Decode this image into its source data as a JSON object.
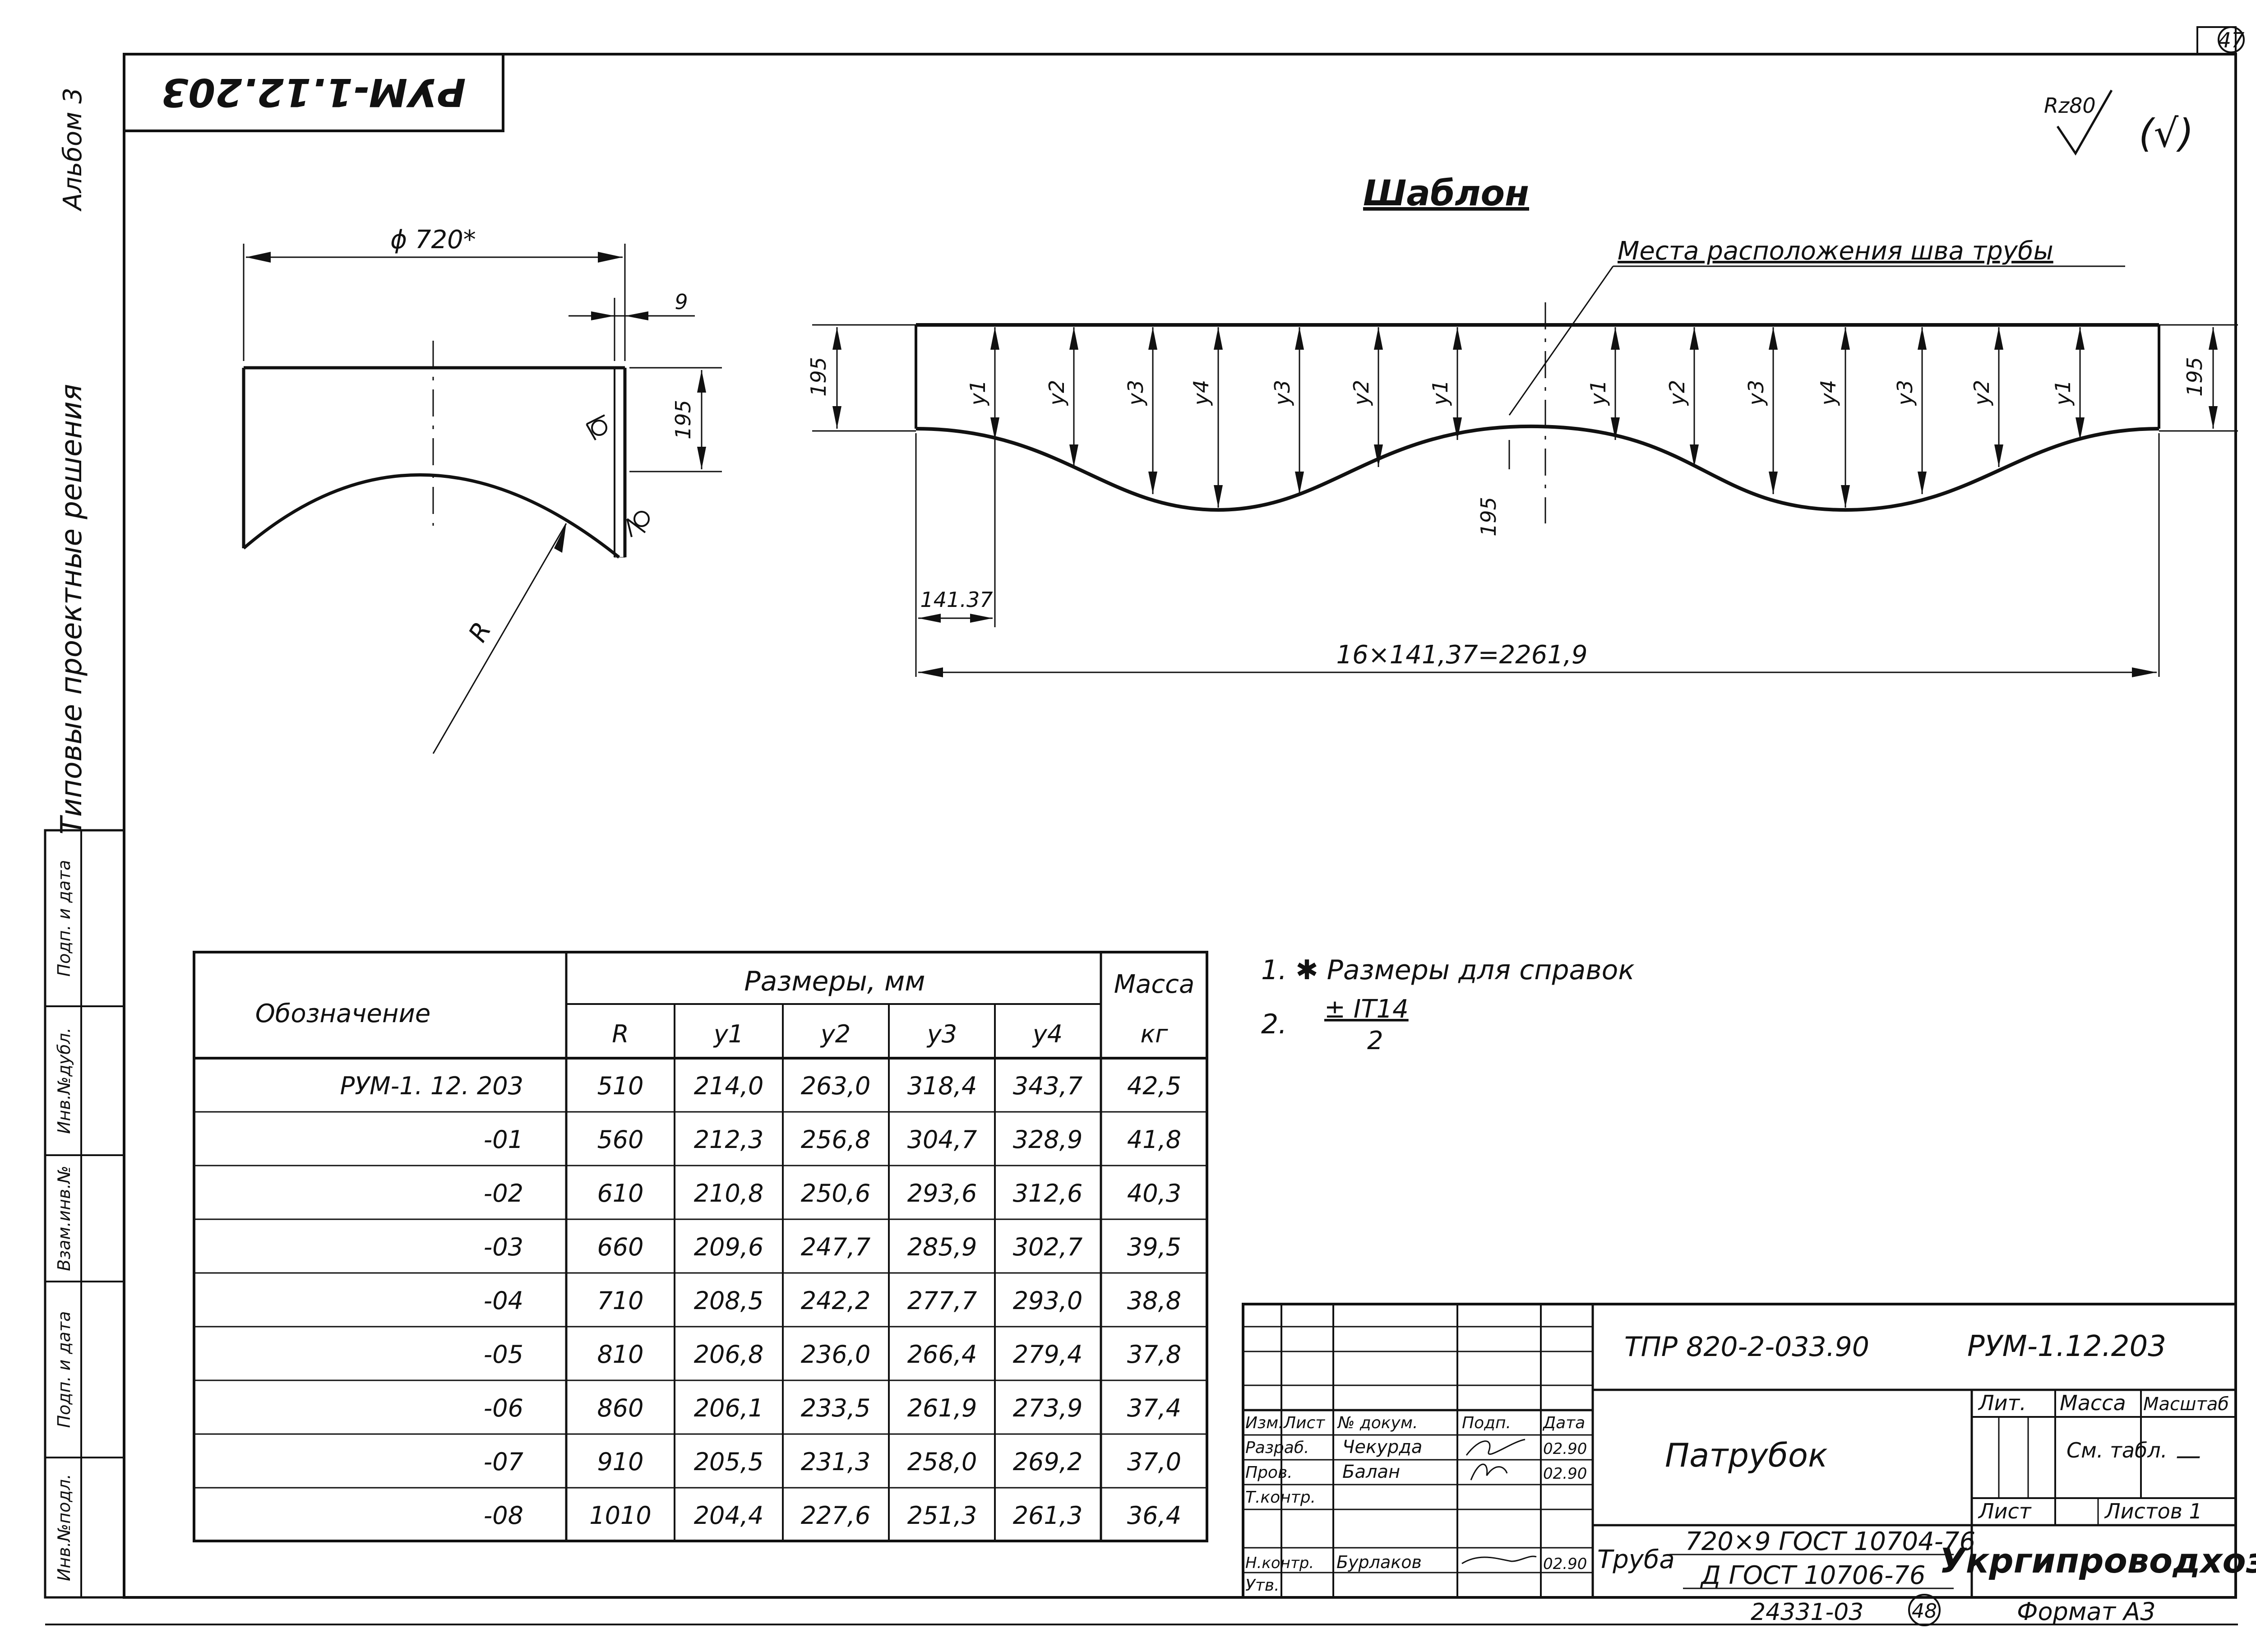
{
  "sheet_number": "47",
  "corner_code": "РУМ-1.12.203",
  "album_label": "Альбом 3",
  "series_label": "Типовые проектные решения",
  "side_stamp": [
    "Подп. и дата",
    "Инв.№дубл.",
    "Взам.инв.№",
    "Подп. и дата",
    "Инв.№подл."
  ],
  "roughness": {
    "mark": "Rz80",
    "symbol": "(√)"
  },
  "template": {
    "title": "Шаблон",
    "seam_label": "Места расположения шва трубы",
    "height_dim": "195",
    "first_step_dim": "141.37",
    "total_dim": "16×141,37=2261,9",
    "y_labels": [
      "у1",
      "у2",
      "у3",
      "у4",
      "у3",
      "у2",
      "у1",
      "у1",
      "у2",
      "у3",
      "у4",
      "у3",
      "у2",
      "у1"
    ]
  },
  "side_view": {
    "diameter_label": "ϕ 720*",
    "thickness_label": "9",
    "height_label": "195",
    "radius_label": "R"
  },
  "notes": [
    "1. ✱  Размеры для  справок",
    "2.",
    "± IT14",
    "2"
  ],
  "table": {
    "header_designation": "Обозначение",
    "header_sizes": "Размеры, мм",
    "header_mass": "Масса",
    "subheaders": [
      "R",
      "у1",
      "у2",
      "у3",
      "у4",
      "кг"
    ],
    "rows": [
      [
        "РУМ-1. 12. 203",
        "510",
        "214,0",
        "263,0",
        "318,4",
        "343,7",
        "42,5"
      ],
      [
        "-01",
        "560",
        "212,3",
        "256,8",
        "304,7",
        "328,9",
        "41,8"
      ],
      [
        "-02",
        "610",
        "210,8",
        "250,6",
        "293,6",
        "312,6",
        "40,3"
      ],
      [
        "-03",
        "660",
        "209,6",
        "247,7",
        "285,9",
        "302,7",
        "39,5"
      ],
      [
        "-04",
        "710",
        "208,5",
        "242,2",
        "277,7",
        "293,0",
        "38,8"
      ],
      [
        "-05",
        "810",
        "206,8",
        "236,0",
        "266,4",
        "279,4",
        "37,8"
      ],
      [
        "-06",
        "860",
        "206,1",
        "233,5",
        "261,9",
        "273,9",
        "37,4"
      ],
      [
        "-07",
        "910",
        "205,5",
        "231,3",
        "258,0",
        "269,2",
        "37,0"
      ],
      [
        "-08",
        "1010",
        "204,4",
        "227,6",
        "251,3",
        "261,3",
        "36,4"
      ]
    ]
  },
  "title_block": {
    "project_code": "ТПР 820-2-033.90",
    "doc_code": "РУМ-1.12.203",
    "part_name": "Патрубок",
    "col_headers": [
      "Изм.",
      "Лист",
      "№ докум.",
      "Подп.",
      "Дата"
    ],
    "roles": [
      {
        "role": "Разраб.",
        "name": "Чекурда",
        "date": "02.90"
      },
      {
        "role": "Пров.",
        "name": "Балан",
        "date": "02.90"
      },
      {
        "role": "Т.контр.",
        "name": "",
        "date": ""
      },
      {
        "role": "Н.контр.",
        "name": "Бурлаков",
        "date": "02.90"
      },
      {
        "role": "Утв.",
        "name": "",
        "date": ""
      }
    ],
    "lit_label": "Лит.",
    "mass_label": "Масса",
    "scale_label": "Масштаб",
    "mass_value": "См. табл.",
    "scale_value": "—",
    "sheet_label": "Лист",
    "sheets_label": "Листов 1",
    "material_prefix": "Труба",
    "material_top": "720×9 ГОСТ 10704-76",
    "material_bottom": "Д ГОСТ 10706-76",
    "organization": "Укргипроводхоз",
    "archive_number": "24331-03",
    "archive_circle": "48",
    "format_label": "Формат А3"
  }
}
